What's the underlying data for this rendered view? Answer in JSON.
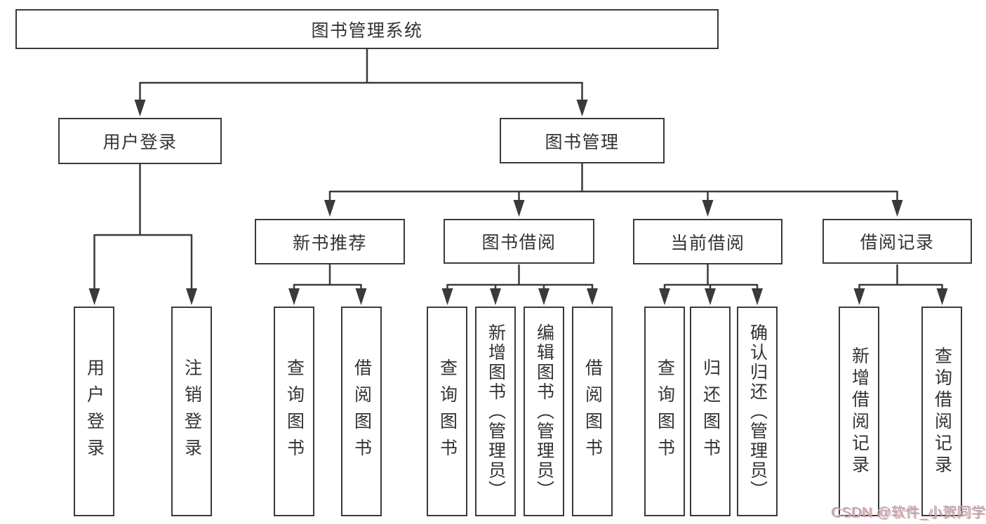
{
  "diagram": {
    "root": {
      "label": "图书管理系统"
    },
    "level2": [
      {
        "label": "用户登录"
      },
      {
        "label": "图书管理"
      }
    ],
    "level3": [
      {
        "label": "新书推荐",
        "parent": "图书管理"
      },
      {
        "label": "图书借阅",
        "parent": "图书管理"
      },
      {
        "label": "当前借阅",
        "parent": "图书管理"
      },
      {
        "label": "借阅记录",
        "parent": "图书管理"
      }
    ],
    "level4": [
      {
        "label": "用户登录",
        "parent": "用户登录"
      },
      {
        "label": "注销登录",
        "parent": "用户登录"
      },
      {
        "label": "查询图书",
        "parent": "新书推荐"
      },
      {
        "label": "借阅图书",
        "parent": "新书推荐"
      },
      {
        "label": "查询图书",
        "parent": "图书借阅"
      },
      {
        "label": "新增图书（管理员）",
        "parent": "图书借阅"
      },
      {
        "label": "编辑图书（管理员）",
        "parent": "图书借阅"
      },
      {
        "label": "借阅图书",
        "parent": "图书借阅"
      },
      {
        "label": "查询图书",
        "parent": "当前借阅"
      },
      {
        "label": "归还图书",
        "parent": "当前借阅"
      },
      {
        "label": "确认归还（管理员）",
        "parent": "当前借阅"
      },
      {
        "label": "新增借阅记录",
        "parent": "借阅记录"
      },
      {
        "label": "查询借阅记录",
        "parent": "借阅记录"
      }
    ],
    "colors": {
      "line": "#3a3a3a",
      "box_border": "#3a3a3a",
      "text": "#333333",
      "background": "#ffffff"
    }
  },
  "watermark": {
    "text": "CSDN @软件_小贺同学"
  }
}
